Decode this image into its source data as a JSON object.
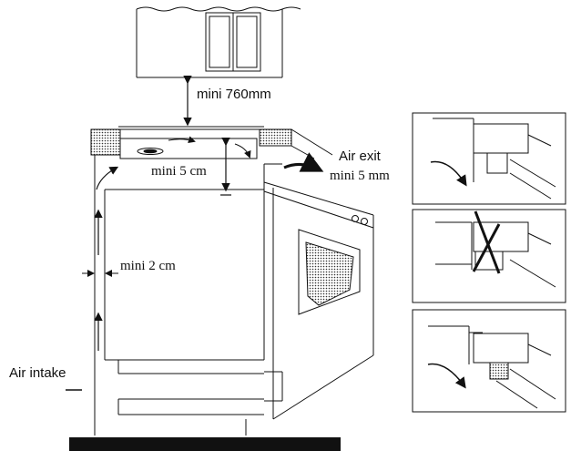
{
  "labels": {
    "mini_760": "mini 760mm",
    "air_exit": "Air exit",
    "mini_5mm": "mini 5 mm",
    "mini_5cm": "mini 5 cm",
    "mini_2cm": "mini 2 cm",
    "air_intake": "Air intake"
  },
  "insets": [
    {
      "name": "correct-fit-top",
      "crossed": false
    },
    {
      "name": "incorrect-fit",
      "crossed": true
    },
    {
      "name": "correct-fit-bottom",
      "crossed": false
    }
  ],
  "colors": {
    "line": "#111111",
    "floor": "#111111",
    "hatch": "#555555"
  }
}
